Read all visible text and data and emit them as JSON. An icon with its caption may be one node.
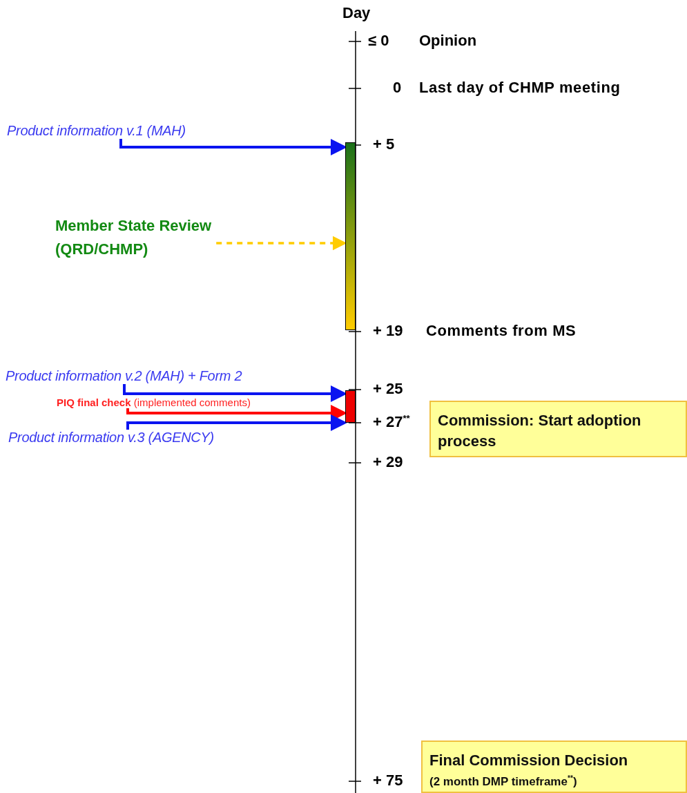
{
  "diagram": {
    "nodes": [
      {
        "text": [
          "Product information v.1 (MAH)"
        ]
      },
      {
        "text": [
          "Member State Review",
          "(QRD/CHMP)"
        ]
      },
      {
        "text": [
          "Product information v.2 (MAH) + Form 2"
        ]
      },
      {
        "text": [
          "**PIQ final check** (implemented comments)"
        ]
      },
      {
        "text": [
          "Product information v.3 (AGENCY)"
        ]
      },
      {
        "text": [],
        "shape": "bar"
      },
      {
        "text": [],
        "shape": "bar"
      },
      {
        "text": [
          "Commission: Start adoption process"
        ]
      },
      {
        "text": [
          "Final Commission Decision",
          "(2 month DMP timeframe$^{**}$)"
        ]
      }
    ],
    "edges": [
      {
        "from": 0,
        "to": 5,
        "arrow": "to"
      },
      {
        "from": 1,
        "to": 5,
        "arrow": "to",
        "style": "dashed",
        "color": "#ffcc00"
      },
      {
        "from": 2,
        "to": 6,
        "arrow": "to"
      },
      {
        "from": 3,
        "to": 6,
        "arrow": "to",
        "color": "#ff0000"
      },
      {
        "from": 4,
        "to": 6,
        "arrow": "to"
      }
    ],
    "labels": [
      "Day",
      "≤ 0",
      "Opinion",
      "0",
      "Last day of CHMP meeting",
      "+ 5",
      "+ 19",
      "Comments from MS",
      "+ 25",
      "+ 27$^{**}$",
      "+ 29",
      "+ 75"
    ]
  }
}
